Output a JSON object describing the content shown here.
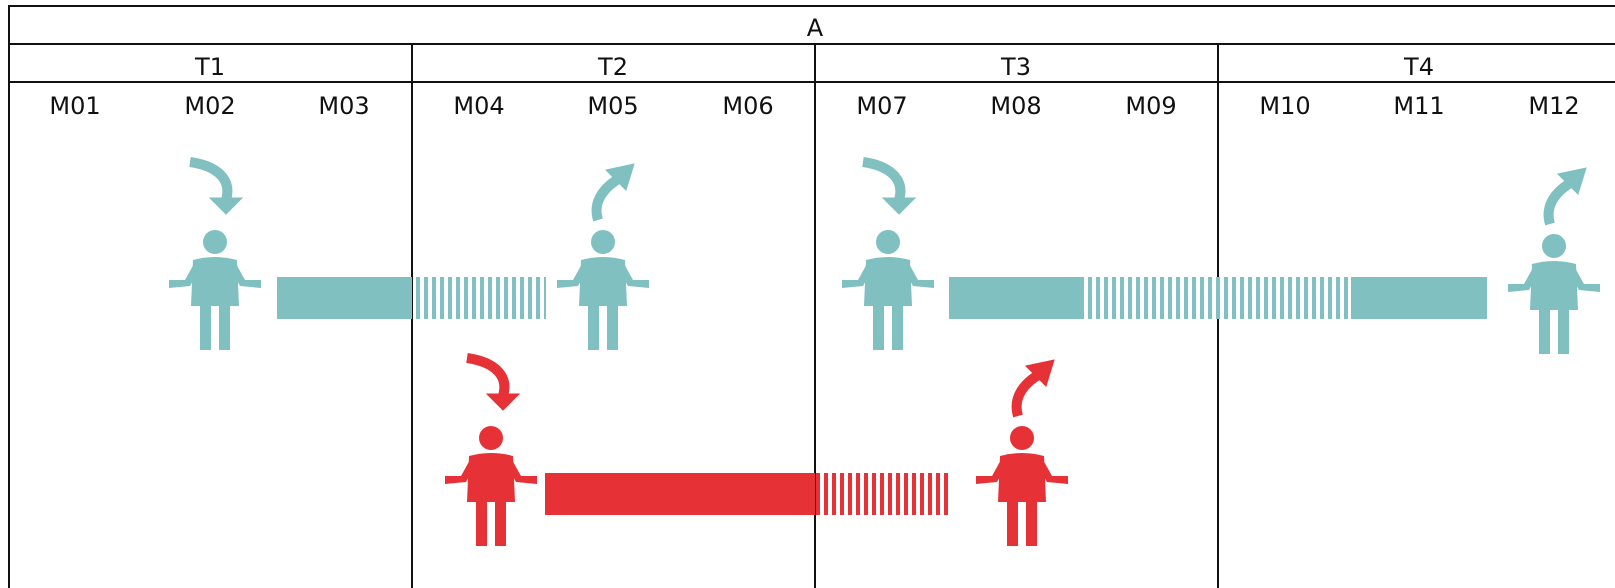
{
  "header": {
    "title": "A",
    "quarters": [
      "T1",
      "T2",
      "T3",
      "T4"
    ],
    "months": [
      "M01",
      "M02",
      "M03",
      "M04",
      "M05",
      "M06",
      "M07",
      "M08",
      "M09",
      "M10",
      "M11",
      "M12"
    ]
  },
  "colors": {
    "teal": "#80c0c0",
    "red": "#e63137",
    "line": "#111111"
  },
  "icons": [
    "person-icon",
    "arrow-in-icon",
    "arrow-out-icon"
  ]
}
